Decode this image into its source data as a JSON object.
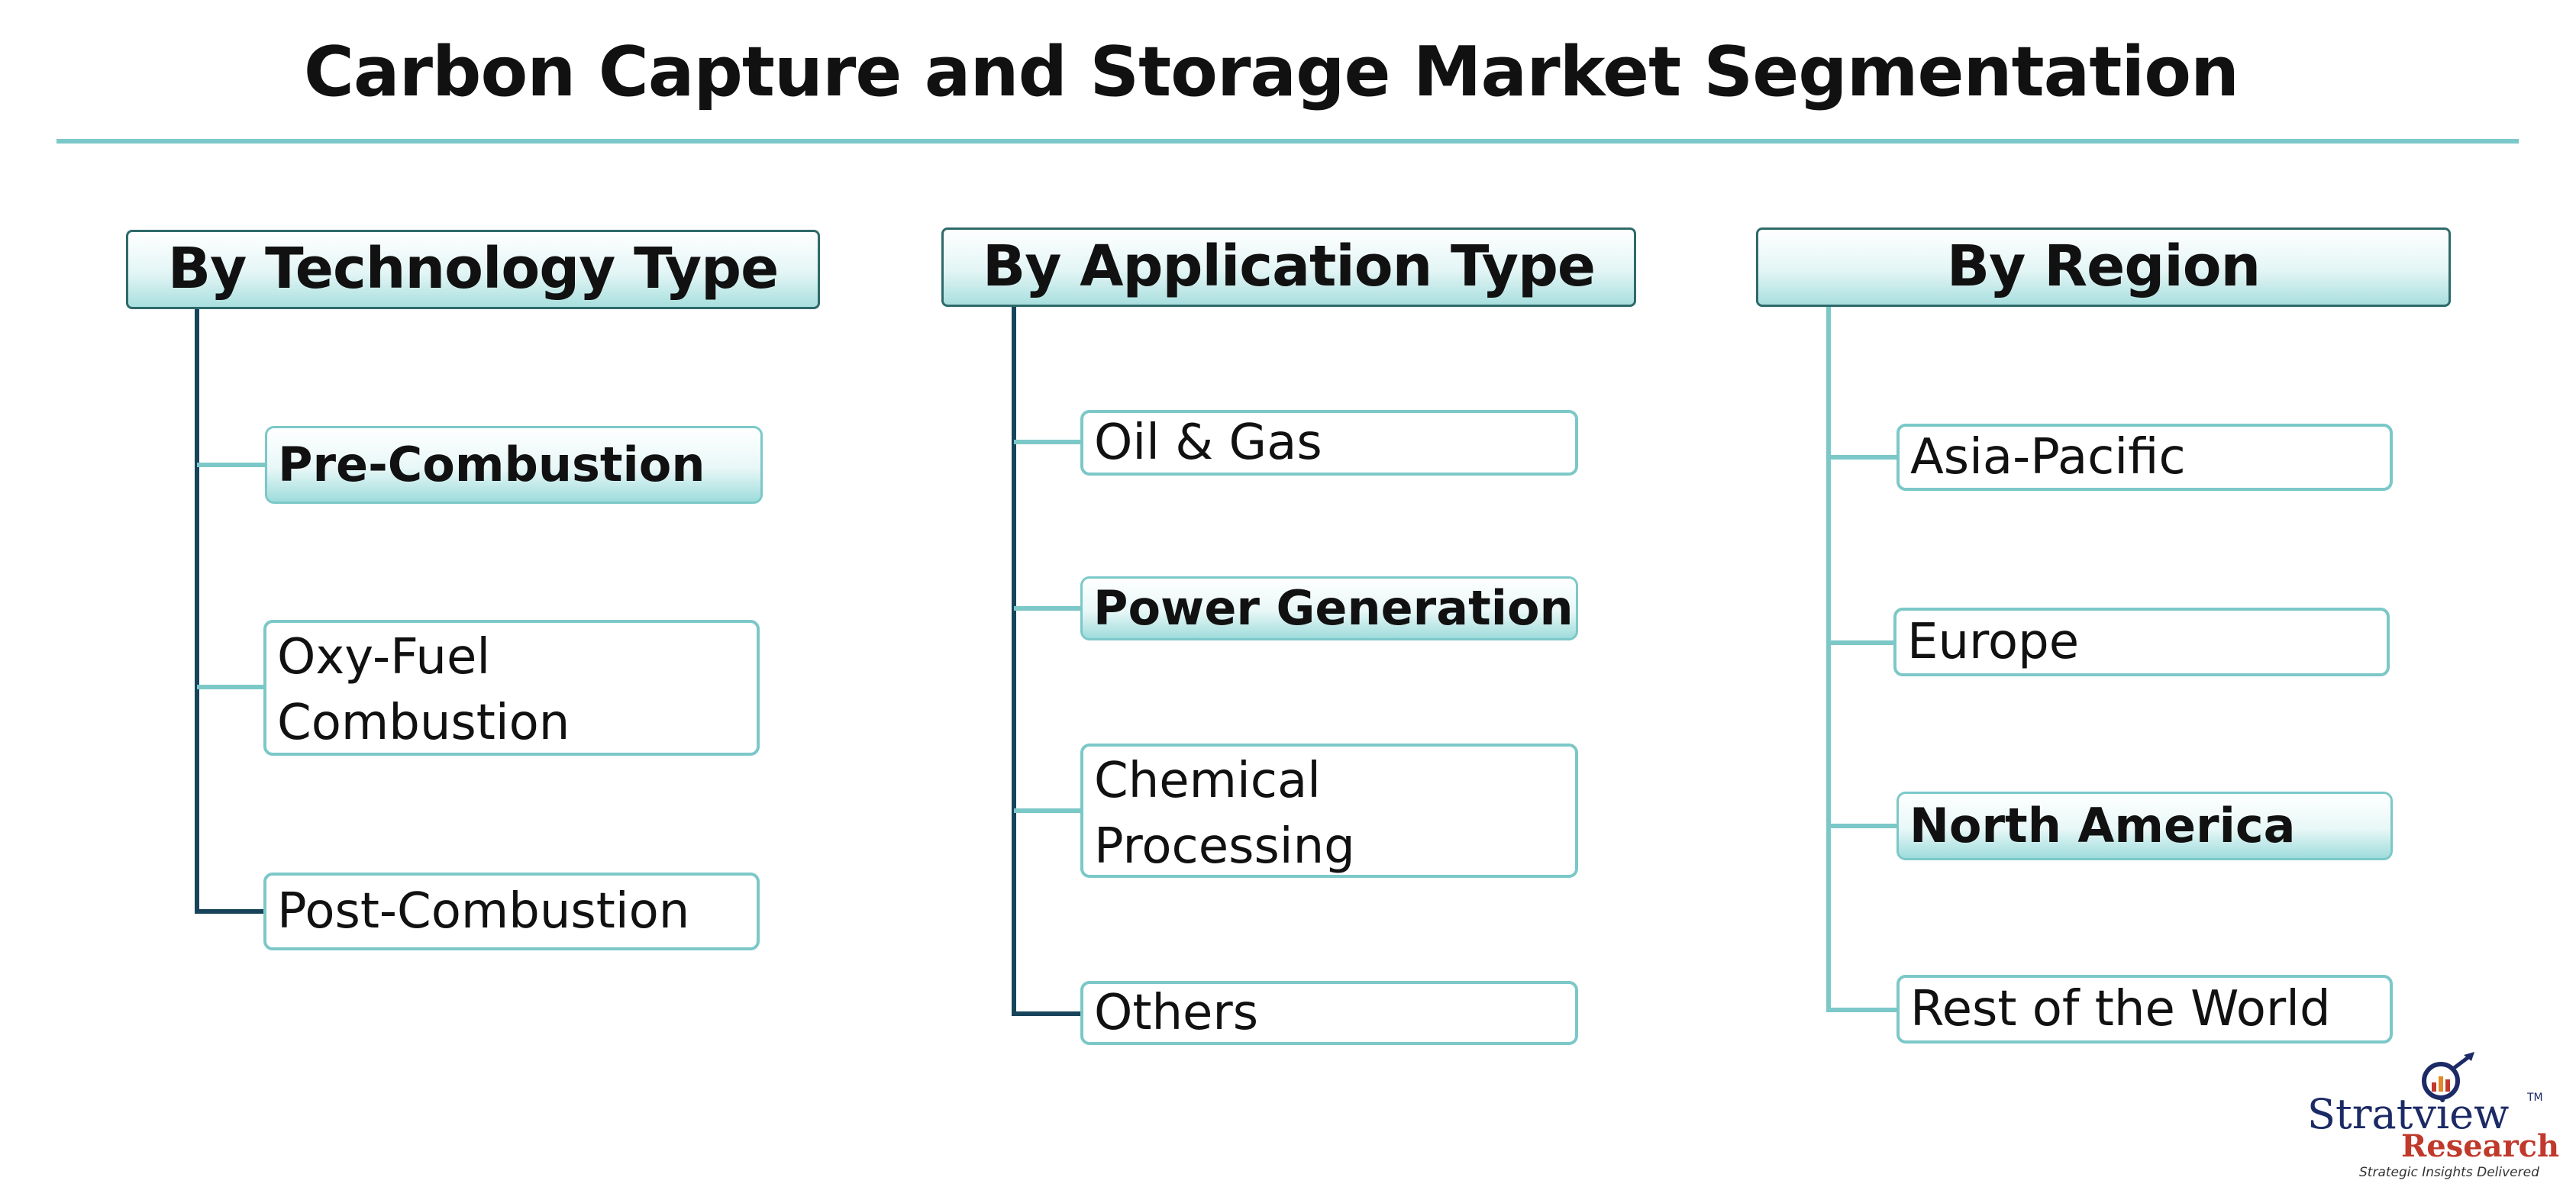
{
  "title": "Carbon Capture and Storage Market Segmentation",
  "columns": [
    {
      "header": "By Technology Type",
      "items": [
        {
          "label": "Pre-Combustion",
          "highlighted": true
        },
        {
          "label": "Oxy-Fuel Combustion",
          "highlighted": false
        },
        {
          "label": "Post-Combustion",
          "highlighted": false
        }
      ]
    },
    {
      "header": "By Application Type",
      "items": [
        {
          "label": "Oil & Gas",
          "highlighted": false
        },
        {
          "label": "Power Generation",
          "highlighted": true
        },
        {
          "label": "Chemical Processing",
          "highlighted": false
        },
        {
          "label": "Others",
          "highlighted": false
        }
      ]
    },
    {
      "header": "By Region",
      "items": [
        {
          "label": "Asia-Pacific",
          "highlighted": false
        },
        {
          "label": "Europe",
          "highlighted": false
        },
        {
          "label": "North America",
          "highlighted": true
        },
        {
          "label": "Rest of the World",
          "highlighted": false
        }
      ]
    }
  ],
  "logo": {
    "name": "Stratview",
    "sub": "Research",
    "tagline": "Strategic Insights Delivered",
    "tm": "TM"
  },
  "colors": {
    "accent": "#7cc8c8",
    "connector_dark": "#17445a",
    "header_border": "#2f6a6a"
  }
}
